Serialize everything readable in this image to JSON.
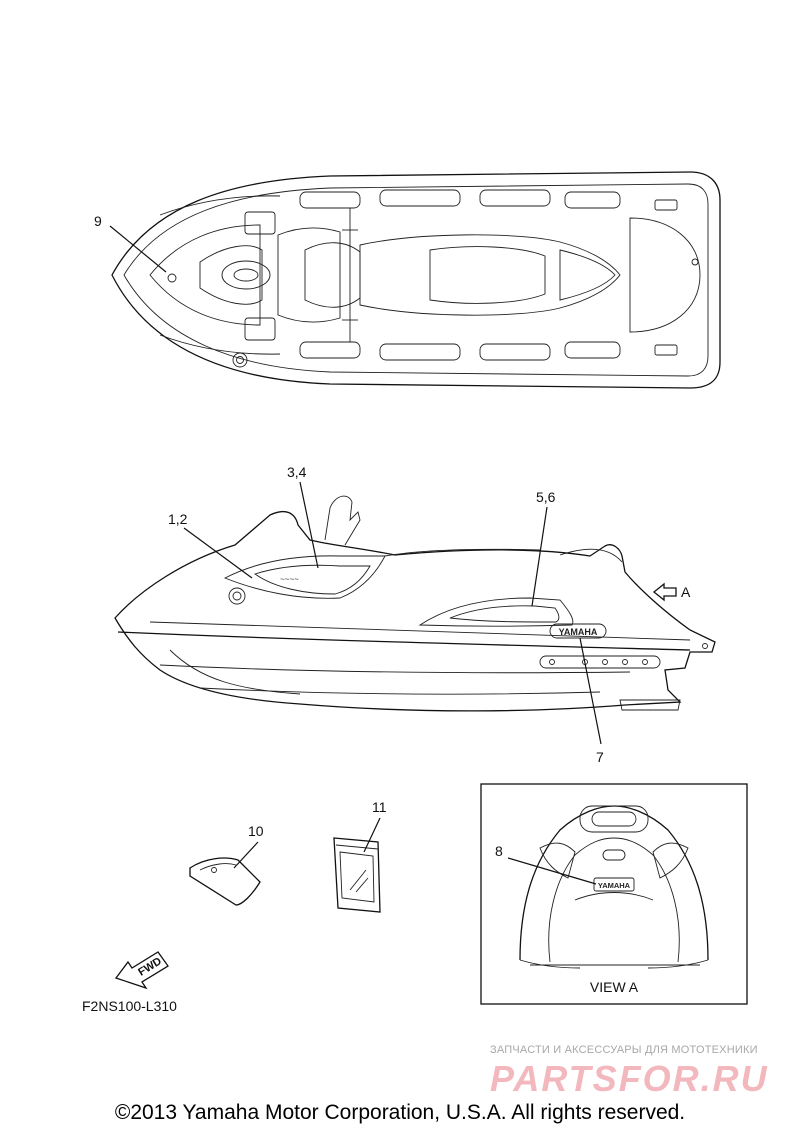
{
  "callouts": {
    "c9": "9",
    "c34": "3,4",
    "c12": "1,2",
    "c56": "5,6",
    "cA": "A",
    "c7": "7",
    "c11": "11",
    "c10": "10",
    "c8": "8"
  },
  "view_box_label": "VIEW A",
  "arrow_label": "FWD",
  "decal_badge": "YAMAHA",
  "drawing_code": "F2NS100-L310",
  "watermark": {
    "caption": "ЗАПЧАСТИ И АКСЕССУАРЫ ДЛЯ МОТОТЕХНИКИ",
    "logo": "PARTSFOR.RU"
  },
  "copyright": "©2013 Yamaha Motor Corporation, U.S.A. All rights reserved."
}
